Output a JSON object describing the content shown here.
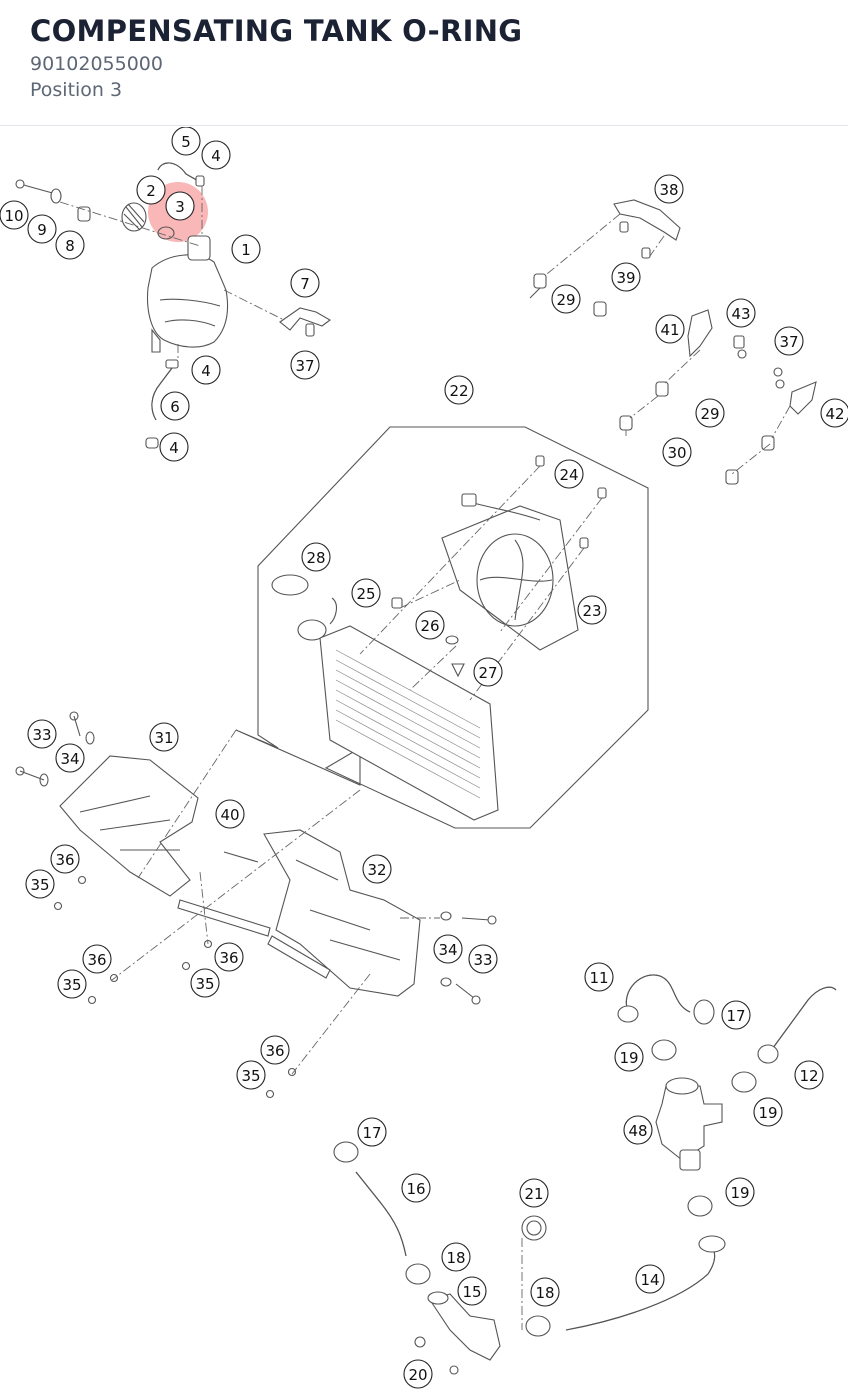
{
  "header": {
    "title": "COMPENSATING TANK O-RING",
    "part_number": "90102055000",
    "position": "Position 3"
  },
  "diagram": {
    "highlight_color": "#f47c7c",
    "highlighted_callout": "3",
    "callouts": [
      {
        "label": "5"
      },
      {
        "label": "4"
      },
      {
        "label": "2"
      },
      {
        "label": "3"
      },
      {
        "label": "1"
      },
      {
        "label": "10"
      },
      {
        "label": "9"
      },
      {
        "label": "8"
      },
      {
        "label": "7"
      },
      {
        "label": "37"
      },
      {
        "label": "4"
      },
      {
        "label": "6"
      },
      {
        "label": "4"
      },
      {
        "label": "38"
      },
      {
        "label": "39"
      },
      {
        "label": "29"
      },
      {
        "label": "41"
      },
      {
        "label": "43"
      },
      {
        "label": "37"
      },
      {
        "label": "29"
      },
      {
        "label": "42"
      },
      {
        "label": "30"
      },
      {
        "label": "22"
      },
      {
        "label": "24"
      },
      {
        "label": "28"
      },
      {
        "label": "25"
      },
      {
        "label": "23"
      },
      {
        "label": "26"
      },
      {
        "label": "27"
      },
      {
        "label": "33"
      },
      {
        "label": "31"
      },
      {
        "label": "34"
      },
      {
        "label": "40"
      },
      {
        "label": "36"
      },
      {
        "label": "35"
      },
      {
        "label": "32"
      },
      {
        "label": "36"
      },
      {
        "label": "35"
      },
      {
        "label": "36"
      },
      {
        "label": "35"
      },
      {
        "label": "34"
      },
      {
        "label": "33"
      },
      {
        "label": "36"
      },
      {
        "label": "35"
      },
      {
        "label": "11"
      },
      {
        "label": "17"
      },
      {
        "label": "12"
      },
      {
        "label": "19"
      },
      {
        "label": "19"
      },
      {
        "label": "48"
      },
      {
        "label": "19"
      },
      {
        "label": "17"
      },
      {
        "label": "16"
      },
      {
        "label": "21"
      },
      {
        "label": "18"
      },
      {
        "label": "15"
      },
      {
        "label": "18"
      },
      {
        "label": "14"
      },
      {
        "label": "20"
      }
    ]
  }
}
